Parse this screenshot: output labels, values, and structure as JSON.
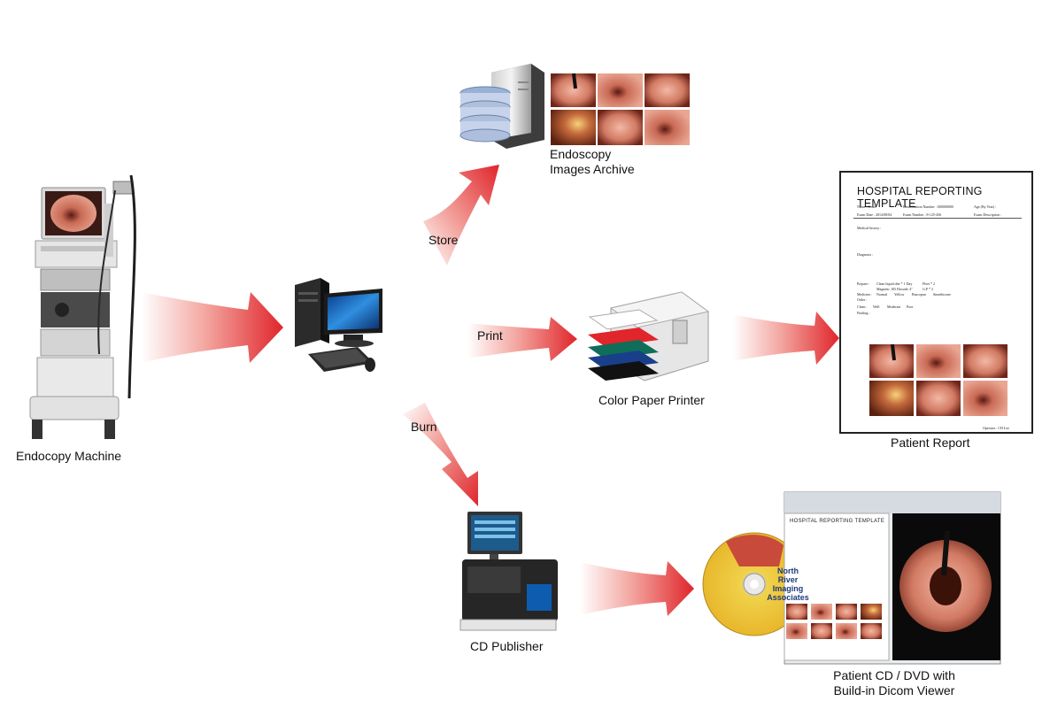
{
  "nodes": {
    "endoscopy_machine": "Endocopy Machine",
    "computer": "",
    "archive": {
      "line1": "Endoscopy",
      "line2": "Images Archive"
    },
    "printer": "Color Paper Printer",
    "report": "Patient Report",
    "cd_publisher": "CD Publisher",
    "cd_viewer": {
      "line1": "Patient CD / DVD with",
      "line2": "Build-in Dicom Viewer"
    }
  },
  "edges": {
    "store": "Store",
    "print": "Print",
    "burn": "Burn"
  },
  "report_doc": {
    "title": "HOSPITAL REPORTING TEMPLATE",
    "row1": [
      "Name : Jessie",
      "Identification Number : 000000000",
      "Age (By Year) :"
    ],
    "row2": [
      "Exam Date : 2014/08/04",
      "Exam Number : 8-125-456",
      "Exam Description :"
    ],
    "medical_history": "Medical history :",
    "diagnosis": "Diagnosis :",
    "prepare": "Prepare :",
    "prepare_opts": [
      "Clean liquid diet * 1 Day",
      "Fleet * 2",
      "Magnetic 105 Dioxide 4\"",
      "G.P * 2"
    ],
    "medicine": "Medicine :",
    "medicine_opts": [
      "Normal",
      "Yellow",
      "Buscopan",
      "Simethicone"
    ],
    "order": "Order :",
    "clean": "Clean :",
    "clean_opts": [
      "Well",
      "Moderate",
      "Poor"
    ],
    "finding": "Finding :",
    "operator": "Operator : CH Lee"
  },
  "viewer_doc": {
    "title": "HOSPITAL REPORTING TEMPLATE",
    "disc_text": [
      "North",
      "River",
      "Imaging",
      "Associates"
    ]
  },
  "colors": {
    "arrow": "#e0252b",
    "arrow_fade": "#ffffff",
    "tissue_light": "#e6a08a",
    "tissue_dark": "#7a2a1e"
  }
}
